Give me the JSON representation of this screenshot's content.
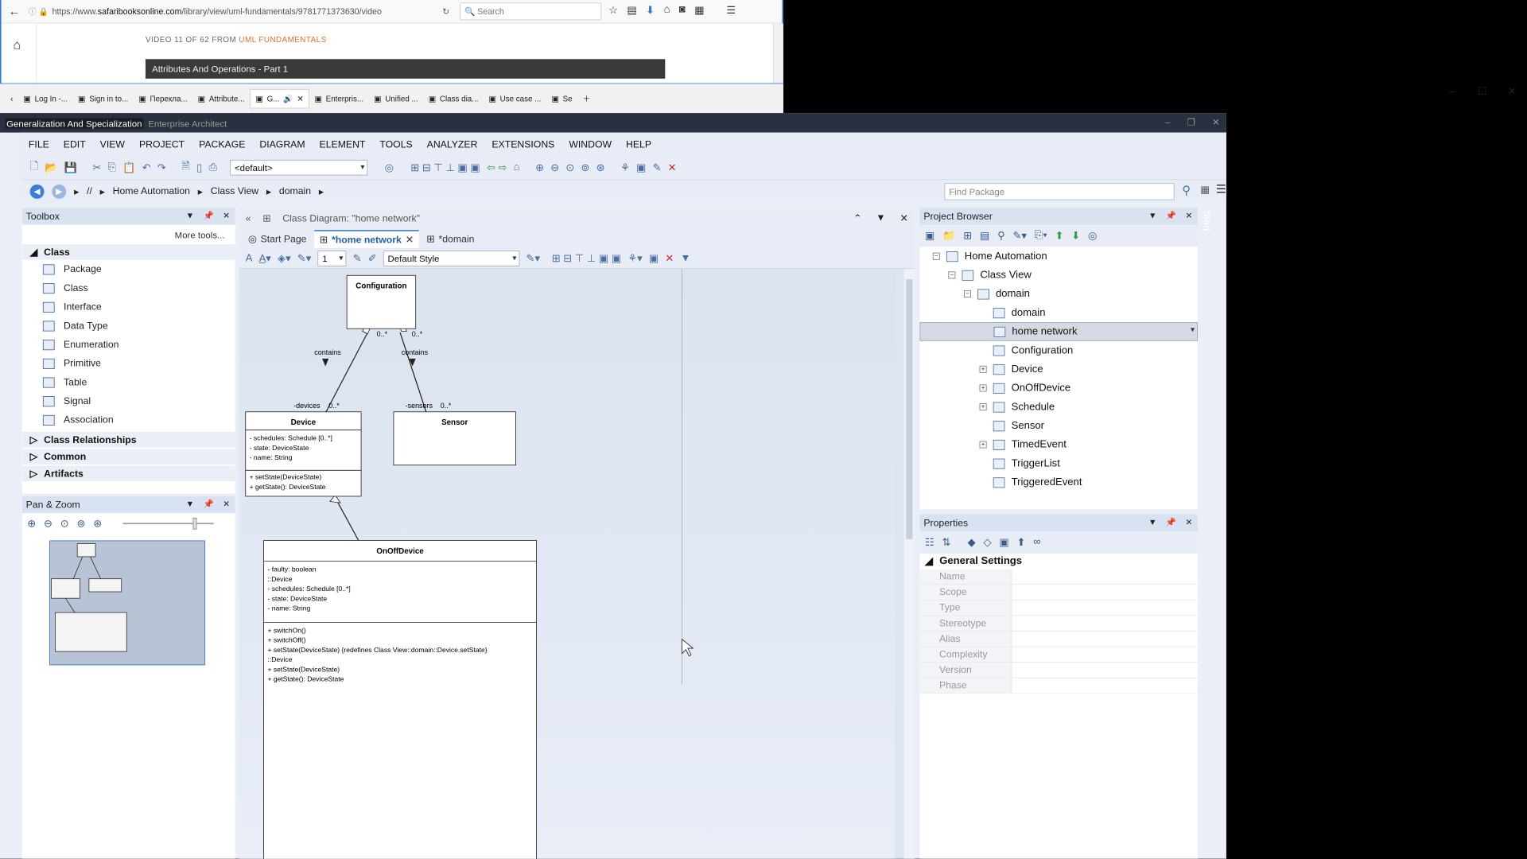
{
  "browser": {
    "url_prefix": "https://www.",
    "url_host": "safaribooksonline.com",
    "url_path": "/library/view/uml-fundamentals/9781771373630/video",
    "search_placeholder": "Search",
    "video_meta_prefix": "VIDEO 11 OF 62 FROM ",
    "video_meta_course": "UML FUNDAMENTALS",
    "video_title": "Attributes And Operations - Part 1",
    "tabs": [
      "Log In -...",
      "Sign in to...",
      "Перекла...",
      "Attribute...",
      "G...",
      "Enterpris...",
      "Unified ...",
      "Class dia...",
      "Use case ...",
      "Se"
    ]
  },
  "caption": "Generalization And Specialization",
  "ea": {
    "app_name": "Enterprise Architect",
    "menu": [
      "FILE",
      "EDIT",
      "VIEW",
      "PROJECT",
      "PACKAGE",
      "DIAGRAM",
      "ELEMENT",
      "TOOLS",
      "ANALYZER",
      "EXTENSIONS",
      "WINDOW",
      "HELP"
    ],
    "perspective": "<default>",
    "breadcrumb": [
      "//",
      "Home Automation",
      "Class View",
      "domain"
    ],
    "find_placeholder": "Find Package",
    "toolbox": {
      "title": "Toolbox",
      "more": "More tools...",
      "group": "Class",
      "items": [
        "Package",
        "Class",
        "Interface",
        "Data Type",
        "Enumeration",
        "Primitive",
        "Table",
        "Signal",
        "Association"
      ],
      "groups": [
        "Class Relationships",
        "Common",
        "Artifacts"
      ]
    },
    "panzoom": {
      "title": "Pan & Zoom"
    },
    "diagram": {
      "header": "Class Diagram: \"home network\"",
      "tabs": [
        "Start Page",
        "*home network",
        "*domain"
      ],
      "style": "Default Style",
      "zoom": "1",
      "configuration": "Configuration",
      "contains": "contains",
      "mult": "0..*",
      "devices_role": "-devices",
      "sensors_role": "-sensors",
      "device": "Device",
      "device_attrs": [
        "-    schedules: Schedule [0..*]",
        "-    state: DeviceState",
        "-    name: String"
      ],
      "device_ops": [
        "+    setState(DeviceState)",
        "+    getState(): DeviceState"
      ],
      "sensor": "Sensor",
      "onoff": "OnOffDevice",
      "onoff_attrs": [
        "-    faulty: boolean",
        "::Device",
        "-    schedules: Schedule [0..*]",
        "-    state: DeviceState",
        "-    name: String"
      ],
      "onoff_ops": [
        "+    switchOn()",
        "+    switchOff()",
        "+    setState(DeviceState) {redefines Class View::domain::Device.setState}",
        "::Device",
        "+    setState(DeviceState)",
        "+    getState(): DeviceState"
      ]
    },
    "project_browser": {
      "title": "Project Browser",
      "tree": [
        {
          "label": "Home Automation",
          "level": 0,
          "exp": "−"
        },
        {
          "label": "Class View",
          "level": 1,
          "exp": "−"
        },
        {
          "label": "domain",
          "level": 2,
          "exp": "−"
        },
        {
          "label": "domain",
          "level": 3,
          "exp": ""
        },
        {
          "label": "home network",
          "level": 3,
          "exp": "",
          "selected": true
        },
        {
          "label": "Configuration",
          "level": 3,
          "exp": ""
        },
        {
          "label": "Device",
          "level": 3,
          "exp": "+"
        },
        {
          "label": "OnOffDevice",
          "level": 3,
          "exp": "+"
        },
        {
          "label": "Schedule",
          "level": 3,
          "exp": "+"
        },
        {
          "label": "Sensor",
          "level": 3,
          "exp": ""
        },
        {
          "label": "TimedEvent",
          "level": 3,
          "exp": "+"
        },
        {
          "label": "TriggerList",
          "level": 3,
          "exp": ""
        },
        {
          "label": "TriggeredEvent",
          "level": 3,
          "exp": ""
        }
      ]
    },
    "properties": {
      "title": "Properties",
      "section": "General Settings",
      "rows": [
        "Name",
        "Scope",
        "Type",
        "Stereotype",
        "Alias",
        "Complexity",
        "Version",
        "Phase"
      ]
    },
    "start": "Start"
  }
}
